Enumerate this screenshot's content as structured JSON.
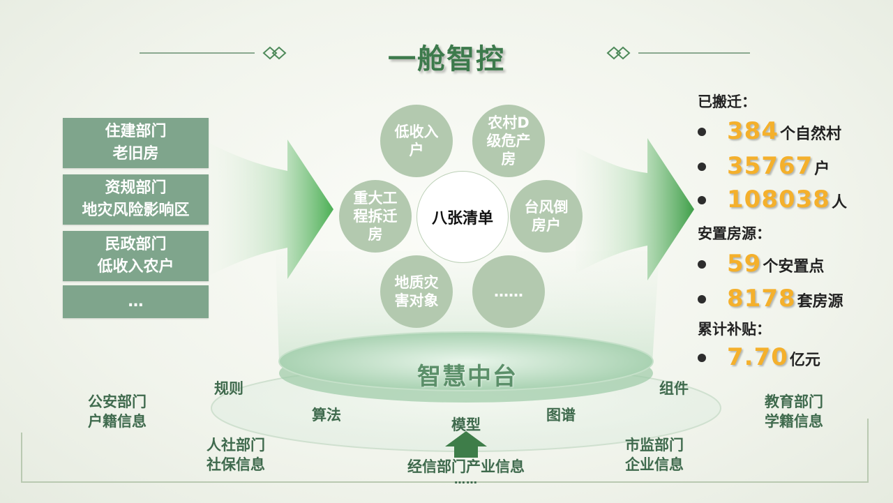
{
  "title": "一舱智控",
  "left_departments": [
    {
      "line1": "住建部门",
      "line2": "老旧房"
    },
    {
      "line1": "资规部门",
      "line2": "地灾风险影响区"
    },
    {
      "line1": "民政部门",
      "line2": "低收入农户"
    },
    {
      "line1": "…",
      "line2": ""
    }
  ],
  "center": {
    "label": "八张清单",
    "petals": [
      {
        "label": "低收入户"
      },
      {
        "label": "农村D级危产房"
      },
      {
        "label": "台风倒房户"
      },
      {
        "label": "……"
      },
      {
        "label": "地质灾害对象"
      },
      {
        "label": "重大工程拆迁房"
      }
    ]
  },
  "stats": {
    "relocated_heading": "已搬迁：",
    "relocated": [
      {
        "value": "384",
        "unit": "个自然村"
      },
      {
        "value": "35767",
        "unit": "户"
      },
      {
        "value": "108038",
        "unit": "人"
      }
    ],
    "housing_heading": "安置房源：",
    "housing": [
      {
        "value": "59",
        "unit": "个安置点"
      },
      {
        "value": "8178",
        "unit": "套房源"
      }
    ],
    "subsidy_heading": "累计补贴：",
    "subsidy": [
      {
        "value": "7.70",
        "unit": "亿元"
      }
    ]
  },
  "platform": {
    "title": "智慧中台",
    "components": [
      "规则",
      "算法",
      "模型",
      "图谱",
      "组件"
    ],
    "sources": [
      {
        "line1": "公安部门",
        "line2": "户籍信息"
      },
      {
        "line1": "人社部门",
        "line2": "社保信息"
      },
      {
        "line1": "经信部门产业信息",
        "line2": "……"
      },
      {
        "line1": "市监部门",
        "line2": "企业信息"
      },
      {
        "line1": "教育部门",
        "line2": "学籍信息"
      }
    ]
  },
  "colors": {
    "title": "#3d7a4c",
    "dept_box": "#7fa58c",
    "petal": "#b3c9af",
    "arrow": "#3aa14a",
    "stat_number": "#f4b02c",
    "platform": "#cfe6d2"
  }
}
